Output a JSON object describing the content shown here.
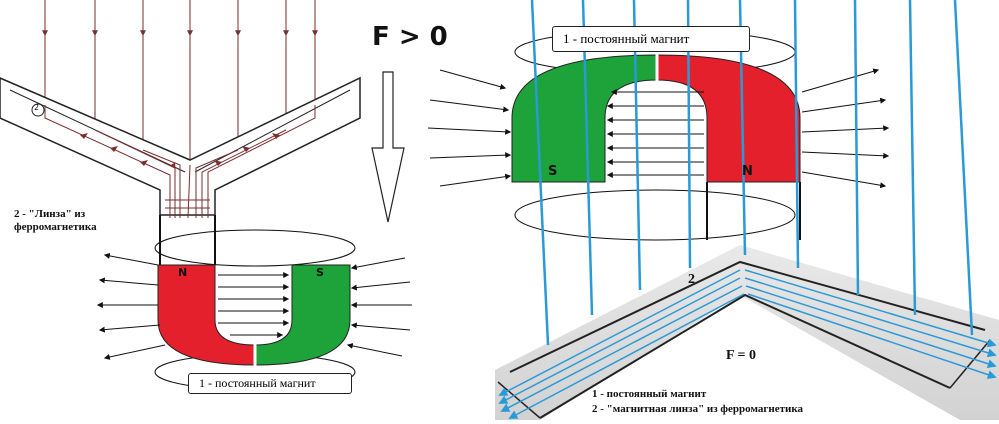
{
  "colors": {
    "red": "#e4202c",
    "green": "#1ea23a",
    "blue_lines": "#2a9ad6",
    "dark_lines": "#7a2e2e",
    "ink": "#111111"
  },
  "left": {
    "force_label": "F > 0",
    "lens_label": "2 - \"Линза\" из ферромагнетика",
    "lens_label_line1": "2 - \"Линза\" из",
    "lens_label_line2": "ферромагнетика",
    "lens_number": "2",
    "magnet_label": "1 - постоянный магнит",
    "pole_left": "N",
    "pole_right": "S"
  },
  "right": {
    "magnet_label": "1 - постоянный магнит",
    "pole_left": "S",
    "pole_right": "N",
    "lens_number": "2",
    "force_label": "F = 0",
    "legend": [
      "1 - постоянный магнит",
      "2 - \"магнитная линза\" из ферромагнетика"
    ]
  }
}
